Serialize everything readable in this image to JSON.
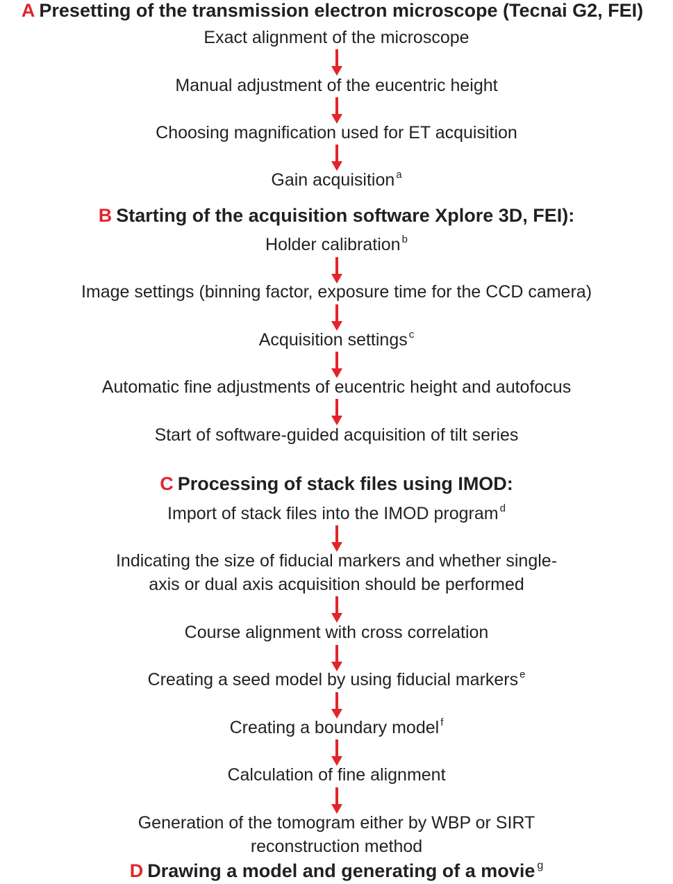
{
  "sections": {
    "A": {
      "letter": "A",
      "title": "Presetting of the transmission electron microscope (Tecnai G2, FEI)",
      "steps": [
        {
          "text": "Exact alignment of the microscope",
          "note": ""
        },
        {
          "text": "Manual adjustment of the eucentric height",
          "note": ""
        },
        {
          "text": "Choosing magnification used for ET acquisition",
          "note": ""
        },
        {
          "text": "Gain acquisition",
          "note": "a"
        }
      ]
    },
    "B": {
      "letter": "B",
      "title": "Starting of the acquisition software Xplore 3D, FEI):",
      "steps": [
        {
          "text": "Holder calibration",
          "note": "b"
        },
        {
          "text": "Image settings (binning factor, exposure time for the CCD camera)",
          "note": ""
        },
        {
          "text": "Acquisition settings",
          "note": "c"
        },
        {
          "text": "Automatic fine adjustments of eucentric height and autofocus",
          "note": ""
        },
        {
          "text": "Start of software-guided acquisition of tilt series",
          "note": ""
        }
      ]
    },
    "C": {
      "letter": "C",
      "title": "Processing of stack files using IMOD:",
      "steps": [
        {
          "text": "Import of stack files into the IMOD program",
          "note": "d"
        },
        {
          "text": "Indicating the size of fiducial markers and whether single-",
          "text2": "axis or dual axis acquisition should be performed",
          "note": ""
        },
        {
          "text": "Course alignment with cross correlation",
          "note": ""
        },
        {
          "text": "Creating a seed model by using fiducial markers",
          "note": "e"
        },
        {
          "text": "Creating a boundary model",
          "note": "f"
        },
        {
          "text": "Calculation of fine alignment",
          "note": ""
        },
        {
          "text": "Generation of the tomogram either by WBP or SIRT",
          "text2": "reconstruction method",
          "note": ""
        }
      ]
    },
    "D": {
      "letter": "D",
      "title": "Drawing a model and generating of a movie",
      "note": "g"
    }
  },
  "colors": {
    "accent": "#e3242b",
    "text": "#231f20"
  }
}
